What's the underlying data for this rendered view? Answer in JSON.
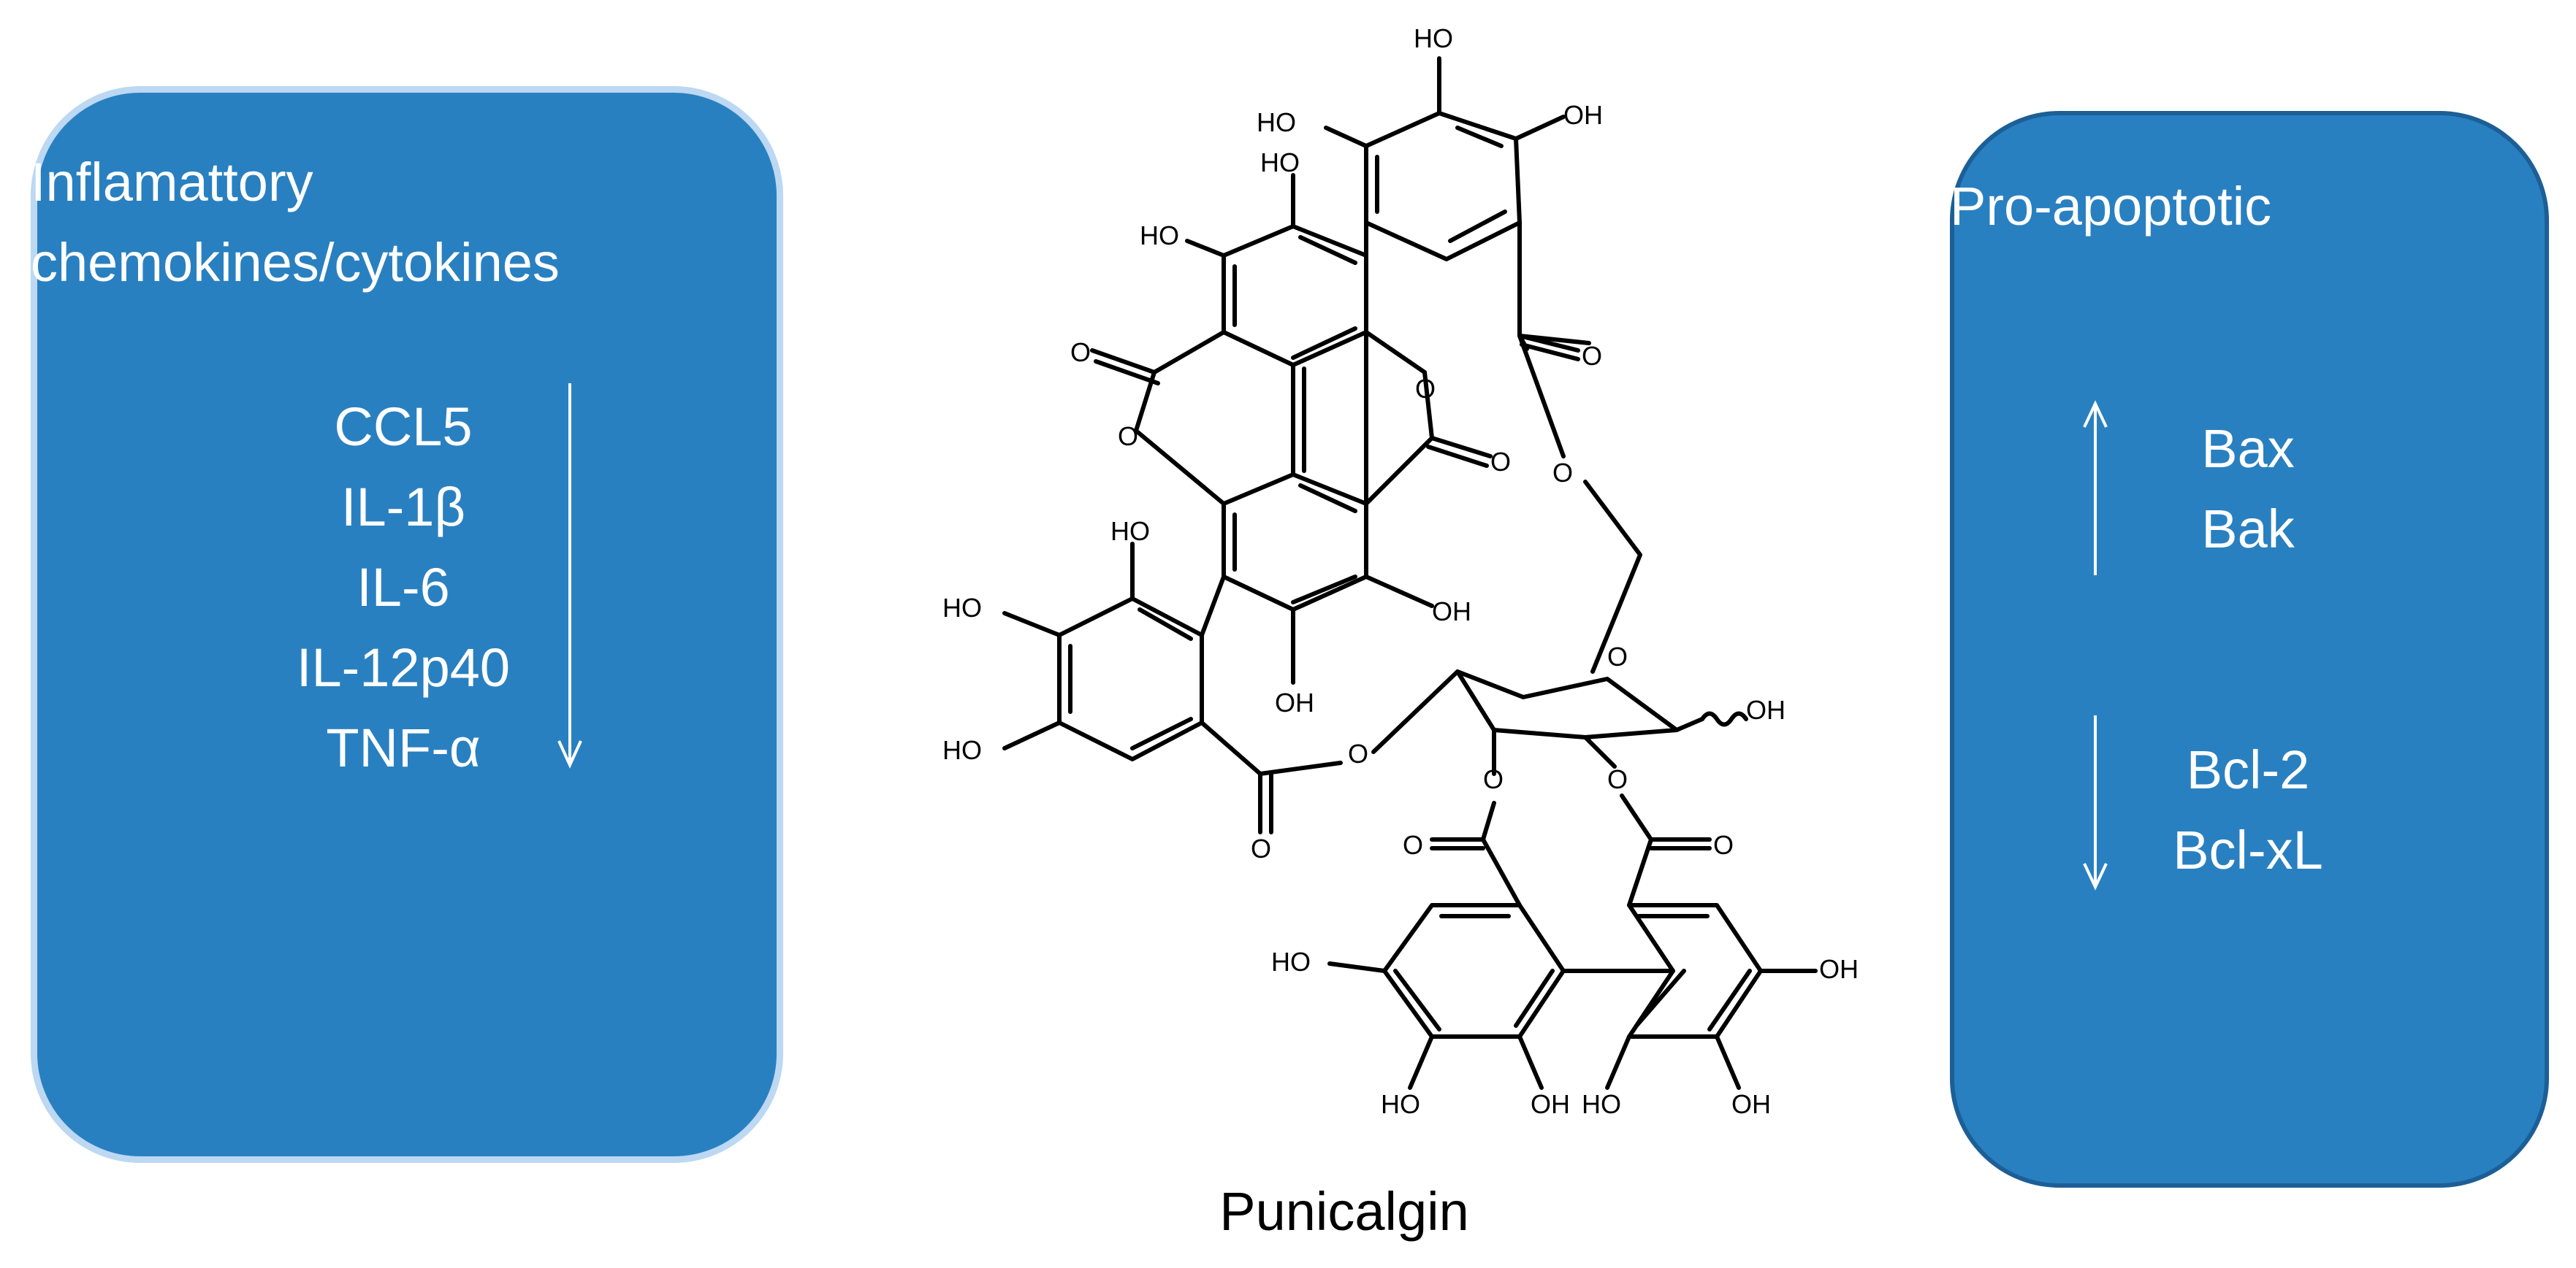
{
  "left_panel": {
    "title_line1": "Inflamattory",
    "title_line2": "chemokines/cytokines",
    "arrow_direction": "down",
    "markers": [
      "CCL5",
      "IL-1β",
      "IL-6",
      "IL-12p40",
      "TNF-α"
    ]
  },
  "right_panel": {
    "title": "Pro-apoptotic",
    "up_arrow_direction": "up",
    "up_markers": [
      "Bax",
      "Bak"
    ],
    "down_arrow_direction": "down",
    "down_markers": [
      "Bcl-2",
      "Bcl-xL"
    ]
  },
  "molecule": {
    "caption": "Punicalgin",
    "atom_labels": {
      "ho": "HO",
      "oh": "OH",
      "o": "O"
    }
  },
  "colors": {
    "panel_fill": "#2980c0",
    "left_panel_border": "#bcd8f2",
    "right_panel_border": "#1c5f96",
    "text_on_panel": "#ffffff",
    "structure": "#000000"
  }
}
